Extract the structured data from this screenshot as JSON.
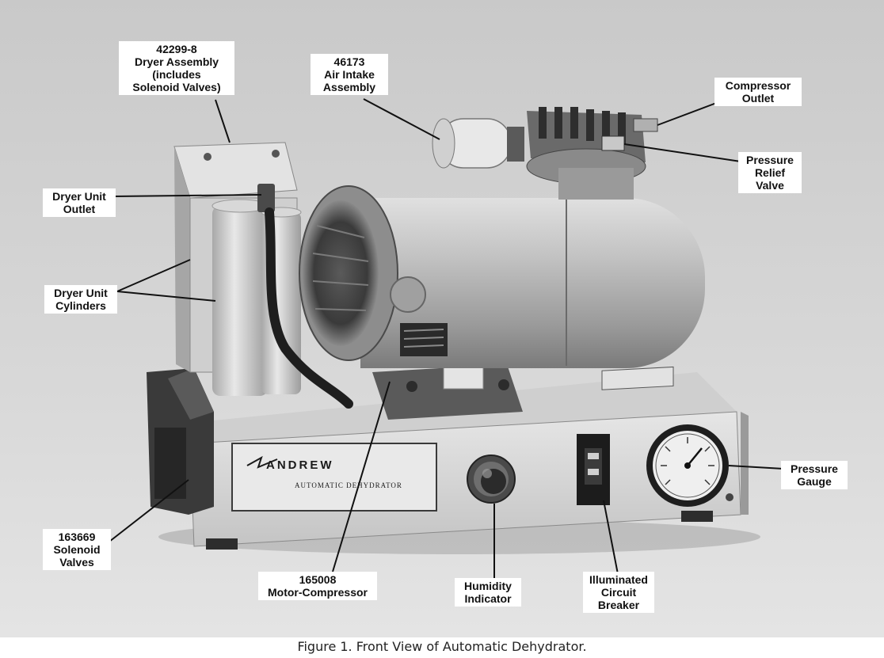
{
  "figure": {
    "caption": "Figure 1. Front View of Automatic Dehydrator."
  },
  "equipment": {
    "brand": "ANDREW",
    "model_text": "AUTOMATIC DEHYDRATOR"
  },
  "callouts": {
    "dryer_assembly": [
      "42299-8",
      "Dryer Assembly",
      "(includes",
      "Solenoid Valves)"
    ],
    "air_intake": [
      "46173",
      "Air Intake",
      "Assembly"
    ],
    "compressor_outlet": [
      "Compressor",
      "Outlet"
    ],
    "pressure_relief": [
      "Pressure",
      "Relief",
      "Valve"
    ],
    "dryer_outlet": [
      "Dryer Unit",
      "Outlet"
    ],
    "dryer_cylinders": [
      "Dryer Unit",
      "Cylinders"
    ],
    "pressure_gauge": [
      "Pressure",
      "Gauge"
    ],
    "solenoid_valves": [
      "163669",
      "Solenoid",
      "Valves"
    ],
    "motor_compressor": [
      "165008",
      "Motor-Compressor"
    ],
    "humidity_indicator": [
      "Humidity",
      "Indicator"
    ],
    "circuit_breaker": [
      "Illuminated",
      "Circuit",
      "Breaker"
    ]
  },
  "colors": {
    "background": "#d4d4d4",
    "metal": "#bdbdbd",
    "shadow": "#6a6a6a",
    "dark": "#2a2a2a",
    "leader": "#111111"
  }
}
